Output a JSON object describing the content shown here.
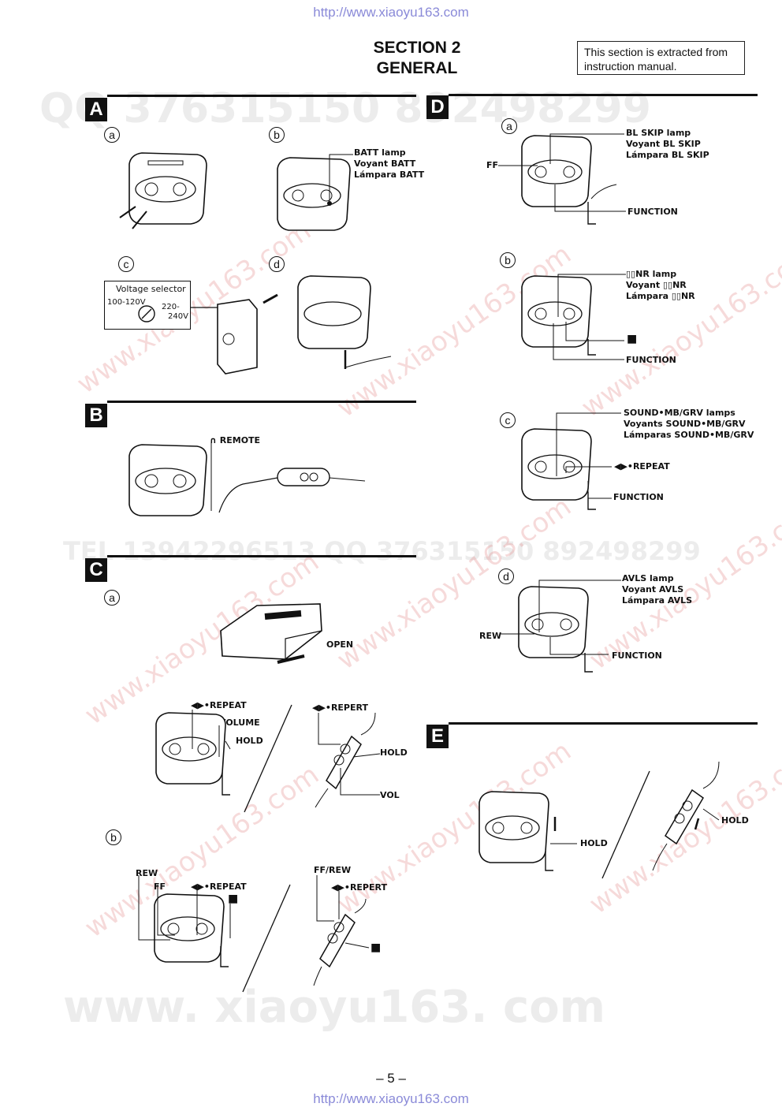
{
  "header": {
    "url_top": "http://www.xiaoyu163.com",
    "title_line1": "SECTION  2",
    "title_line2": "GENERAL",
    "note_line1": "This section is extracted from",
    "note_line2": "instruction manual."
  },
  "sections": {
    "A": {
      "letter": "A",
      "sub_a": "a",
      "sub_b": "b",
      "sub_c": "c",
      "sub_d": "d",
      "batt_1": "BATT lamp",
      "batt_2": "Voyant BATT",
      "batt_3": "Lámpara BATT",
      "voltage_title": "Voltage selector",
      "voltage_low": "100-120V",
      "voltage_high1": "220-",
      "voltage_high2": "240V"
    },
    "B": {
      "letter": "B",
      "remote": "∩ REMOTE"
    },
    "C": {
      "letter": "C",
      "sub_a": "a",
      "sub_b": "b",
      "open": "OPEN",
      "repeat": "◀▶•REPEAT",
      "volume": "VOLUME",
      "hold": "HOLD",
      "repert": "◀▶•REPERT",
      "hold_r": "HOLD",
      "vol": "VOL",
      "rew": "REW",
      "ff": "FF",
      "repeat_b": "◀▶•REPEAT",
      "stop": "■",
      "ffrew": "FF/REW",
      "repert_b": "◀▶•REPERT",
      "stop_r": "■"
    },
    "D": {
      "letter": "D",
      "sub_a": "a",
      "sub_b": "b",
      "sub_c": "c",
      "sub_d": "d",
      "bl_1": "BL SKIP lamp",
      "bl_2": "Voyant BL SKIP",
      "bl_3": "Lámpara BL SKIP",
      "ff": "FF",
      "function_a": "FUNCTION",
      "nr_1": "▯▯NR lamp",
      "nr_2": "Voyant ▯▯NR",
      "nr_3": "Lámpara ▯▯NR",
      "stop_b": "■",
      "function_b": "FUNCTION",
      "snd_1": "SOUND•MB/GRV lamps",
      "snd_2": "Voyants SOUND•MB/GRV",
      "snd_3": "Lámparas SOUND•MB/GRV",
      "repeat_c": "◀▶•REPEAT",
      "function_c": "FUNCTION",
      "avls_1": "AVLS lamp",
      "avls_2": "Voyant AVLS",
      "avls_3": "Lámpara AVLS",
      "rew": "REW",
      "function_d": "FUNCTION"
    },
    "E": {
      "letter": "E",
      "hold_l": "HOLD",
      "hold_r": "HOLD"
    }
  },
  "footer": {
    "page_number": "– 5 –",
    "url_bottom": "http://www.xiaoyu163.com"
  }
}
